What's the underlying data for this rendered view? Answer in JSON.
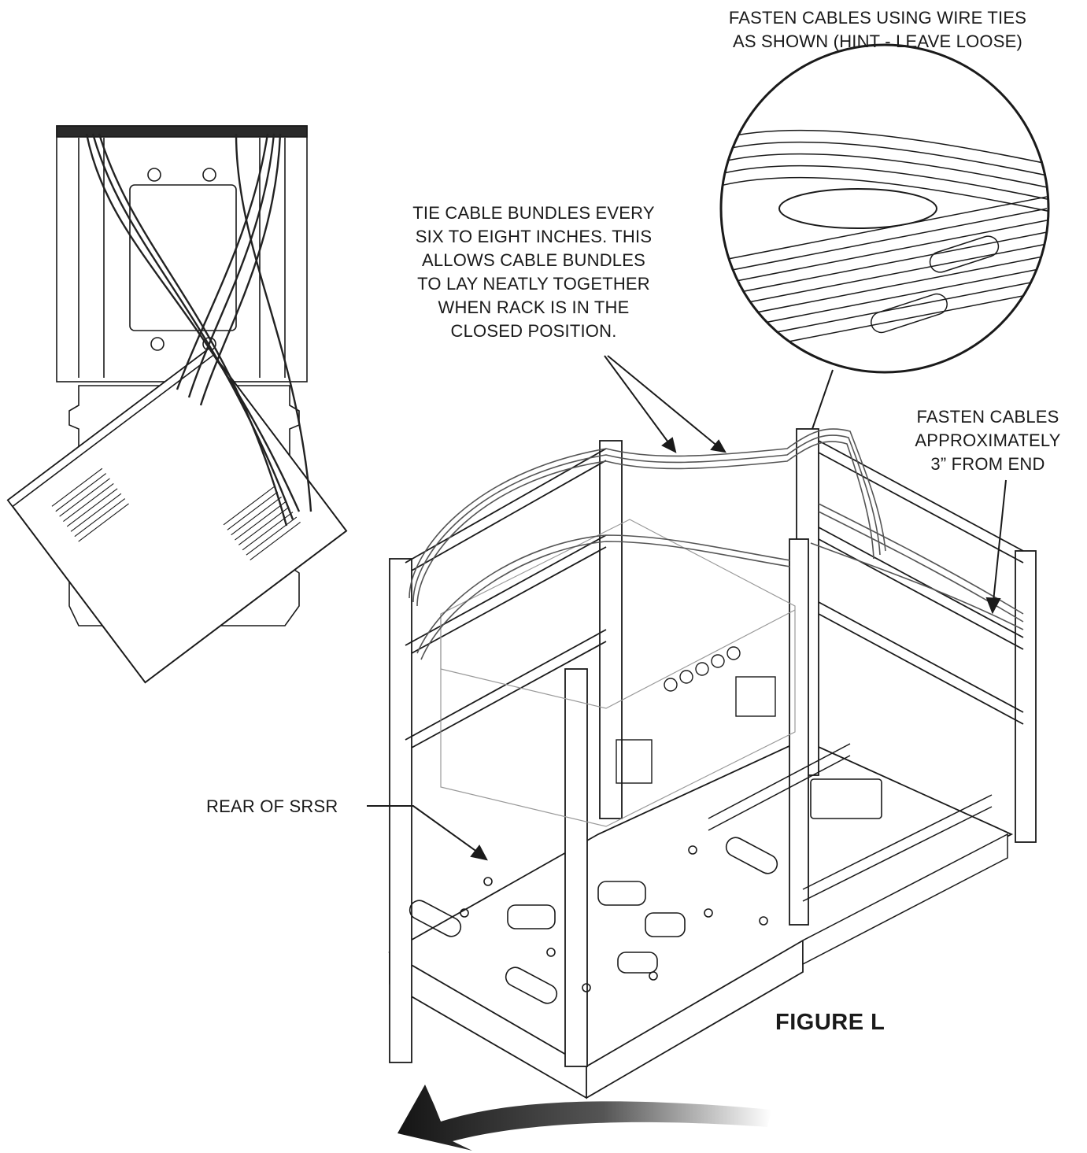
{
  "callouts": {
    "wire_ties": [
      "FASTEN CABLES USING WIRE TIES",
      "AS SHOWN (HINT - LEAVE LOOSE)"
    ],
    "tie_bundles": [
      "TIE CABLE BUNDLES EVERY",
      "SIX TO EIGHT INCHES. THIS",
      "ALLOWS CABLE BUNDLES",
      "TO LAY NEATLY TOGETHER",
      "WHEN RACK IS IN THE",
      "CLOSED POSITION."
    ],
    "fasten_end": [
      "FASTEN CABLES",
      "APPROXIMATELY",
      "3” FROM END"
    ],
    "rear_of_srsr": "REAR OF SRSR"
  },
  "figure_label": "FIGURE L",
  "colors": {
    "line": "#1a1a1a",
    "fill": "#ffffff",
    "arrow_dark": "#141414",
    "arrow_light": "#ffffff"
  },
  "icons": {
    "rotation_arrow": "curved-arrow-left-icon"
  }
}
